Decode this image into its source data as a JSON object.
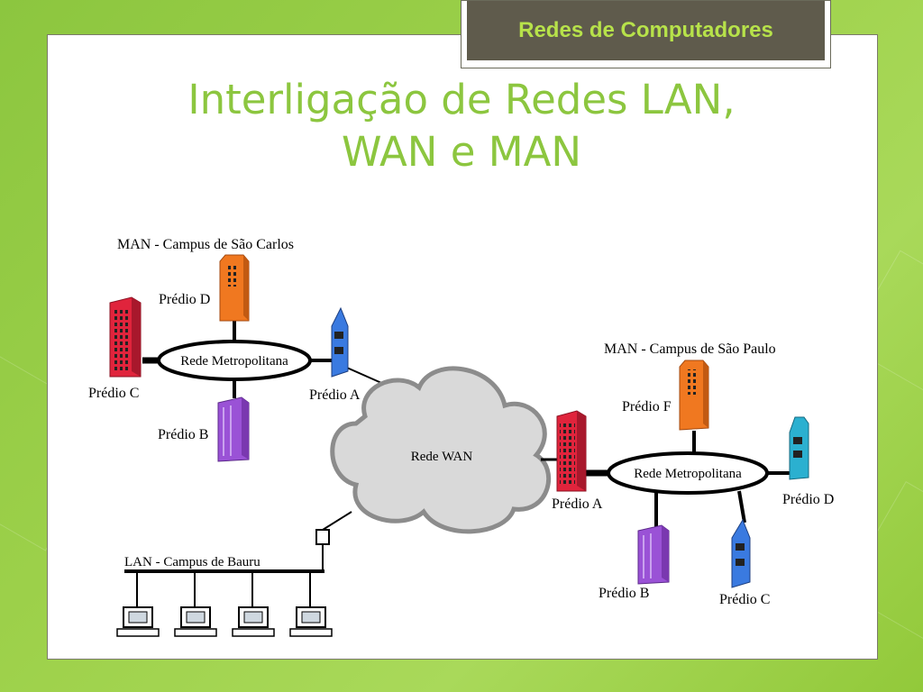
{
  "header": {
    "tag": "Redes de Computadores",
    "title_line1": "Interligação de Redes LAN,",
    "title_line2": "WAN e MAN"
  },
  "diagram": {
    "man_sao_carlos": {
      "label": "MAN - Campus de São Carlos",
      "ring_label": "Rede Metropolitana",
      "buildings": [
        "Prédio D",
        "Prédio C",
        "Prédio B",
        "Prédio A"
      ]
    },
    "wan": {
      "label": "Rede WAN"
    },
    "man_sao_paulo": {
      "label": "MAN - Campus de São Paulo",
      "ring_label": "Rede Metropolitana",
      "buildings": [
        "Prédio F",
        "Prédio A",
        "Prédio B",
        "Prédio C",
        "Prédio D"
      ]
    },
    "lan_bauru": {
      "label": "LAN - Campus de Bauru"
    }
  },
  "colors": {
    "accent_green": "#8cc63f",
    "tag_bg": "#5f5b4c",
    "building_red": "#e0243c",
    "building_orange": "#f07820",
    "building_purple": "#9a52d6",
    "building_blue": "#3a7ae0",
    "building_cyan": "#2bb0d0",
    "cloud_gray": "#d9d9d9"
  }
}
